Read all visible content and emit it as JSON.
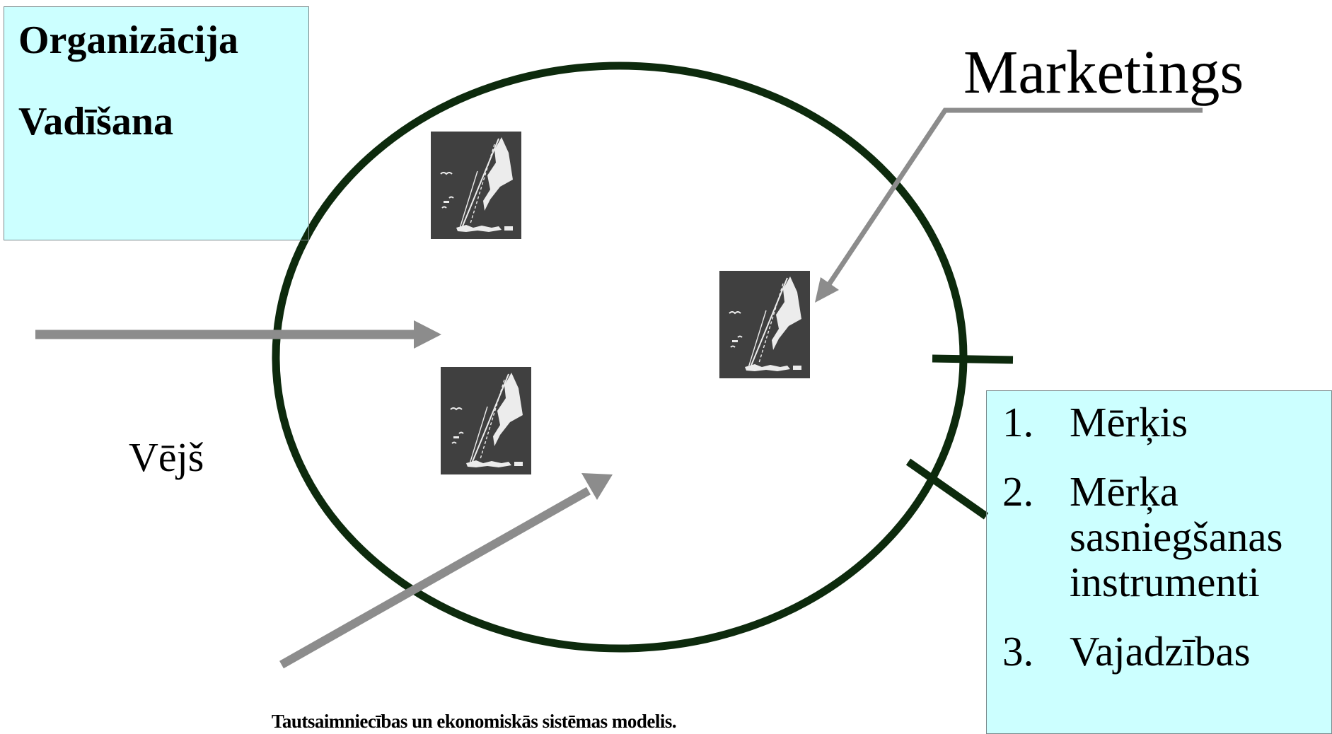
{
  "colors": {
    "background": "#ffffff",
    "box_fill": "#ccffff",
    "ellipse_stroke": "#0d2a0d",
    "arrow": "#8c8c8c",
    "boat_background": "#404040",
    "boat_sail": "#ececec"
  },
  "icons": {
    "boat": "sailboat-icon"
  },
  "org_box": {
    "line1": "Organizācija",
    "line2": "Vadīšana"
  },
  "marketing_label": "Marketings",
  "wind_label": "Vējš",
  "list": [
    {
      "num": "1.",
      "text": "Mērķis"
    },
    {
      "num": "2.",
      "text": "Mērķa sasniegšanas instrumenti"
    },
    {
      "num": "3.",
      "text": "Vajadzības"
    }
  ],
  "caption": "Tautsaimniecības un ekonomiskās sistēmas modelis."
}
